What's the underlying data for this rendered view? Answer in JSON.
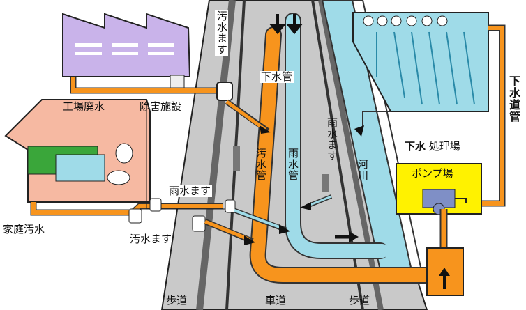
{
  "labels": {
    "factory_waste": "工場廃水",
    "treatment_facility": "除害施設",
    "household_waste": "家庭汚水",
    "sewage_inlet_top": "汚水ます",
    "sewage_inlet_bottom": "汚水ます",
    "rain_inlet_left": "雨水ます",
    "rain_inlet_middle": "雨水ます",
    "sewer_pipe": "下水管",
    "sewage_pipe": "汚水管",
    "rain_pipe": "雨水管",
    "river": "河川",
    "treatment_plant_bold": "下水",
    "treatment_plant_rest": "処理場",
    "pump_station": "ポンプ場",
    "sewerage_title": "下水道管",
    "sidewalk_left": "歩道",
    "roadway": "車道",
    "sidewalk_right": "歩道"
  },
  "colors": {
    "sewage_pipe": "#f7941d",
    "rain_pipe": "#9fdbe8",
    "factory": "#c9b3ea",
    "house": "#f6b9a2",
    "road": "#c9c9c9",
    "pump_box": "#fff200"
  }
}
